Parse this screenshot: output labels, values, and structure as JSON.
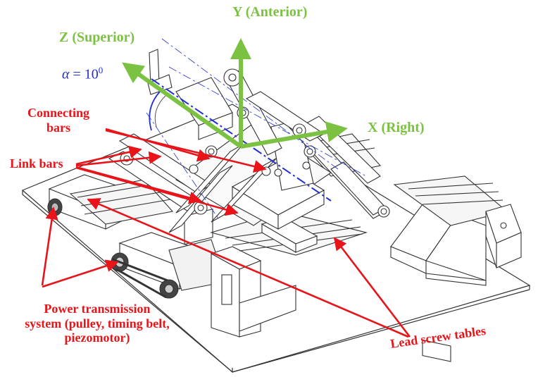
{
  "axes": {
    "y_label": "Y (Anterior)",
    "z_label": "Z (Superior)",
    "x_label": "X (Right)"
  },
  "angle": {
    "symbol": "α",
    "equals": "= 10",
    "superscript": "0"
  },
  "labels": {
    "connecting_bars_line1": "Connecting",
    "connecting_bars_line2": "bars",
    "link_bars": "Link bars",
    "power_line1": "Power transmission",
    "power_line2": "system (pulley, timing belt,",
    "power_line3": "piezomotor)",
    "lead_screw": "Lead screw tables"
  },
  "colors": {
    "callout": "#e8141a",
    "axis": "#7cc242",
    "angle": "#1f2fd4",
    "drawing": "#333333"
  }
}
